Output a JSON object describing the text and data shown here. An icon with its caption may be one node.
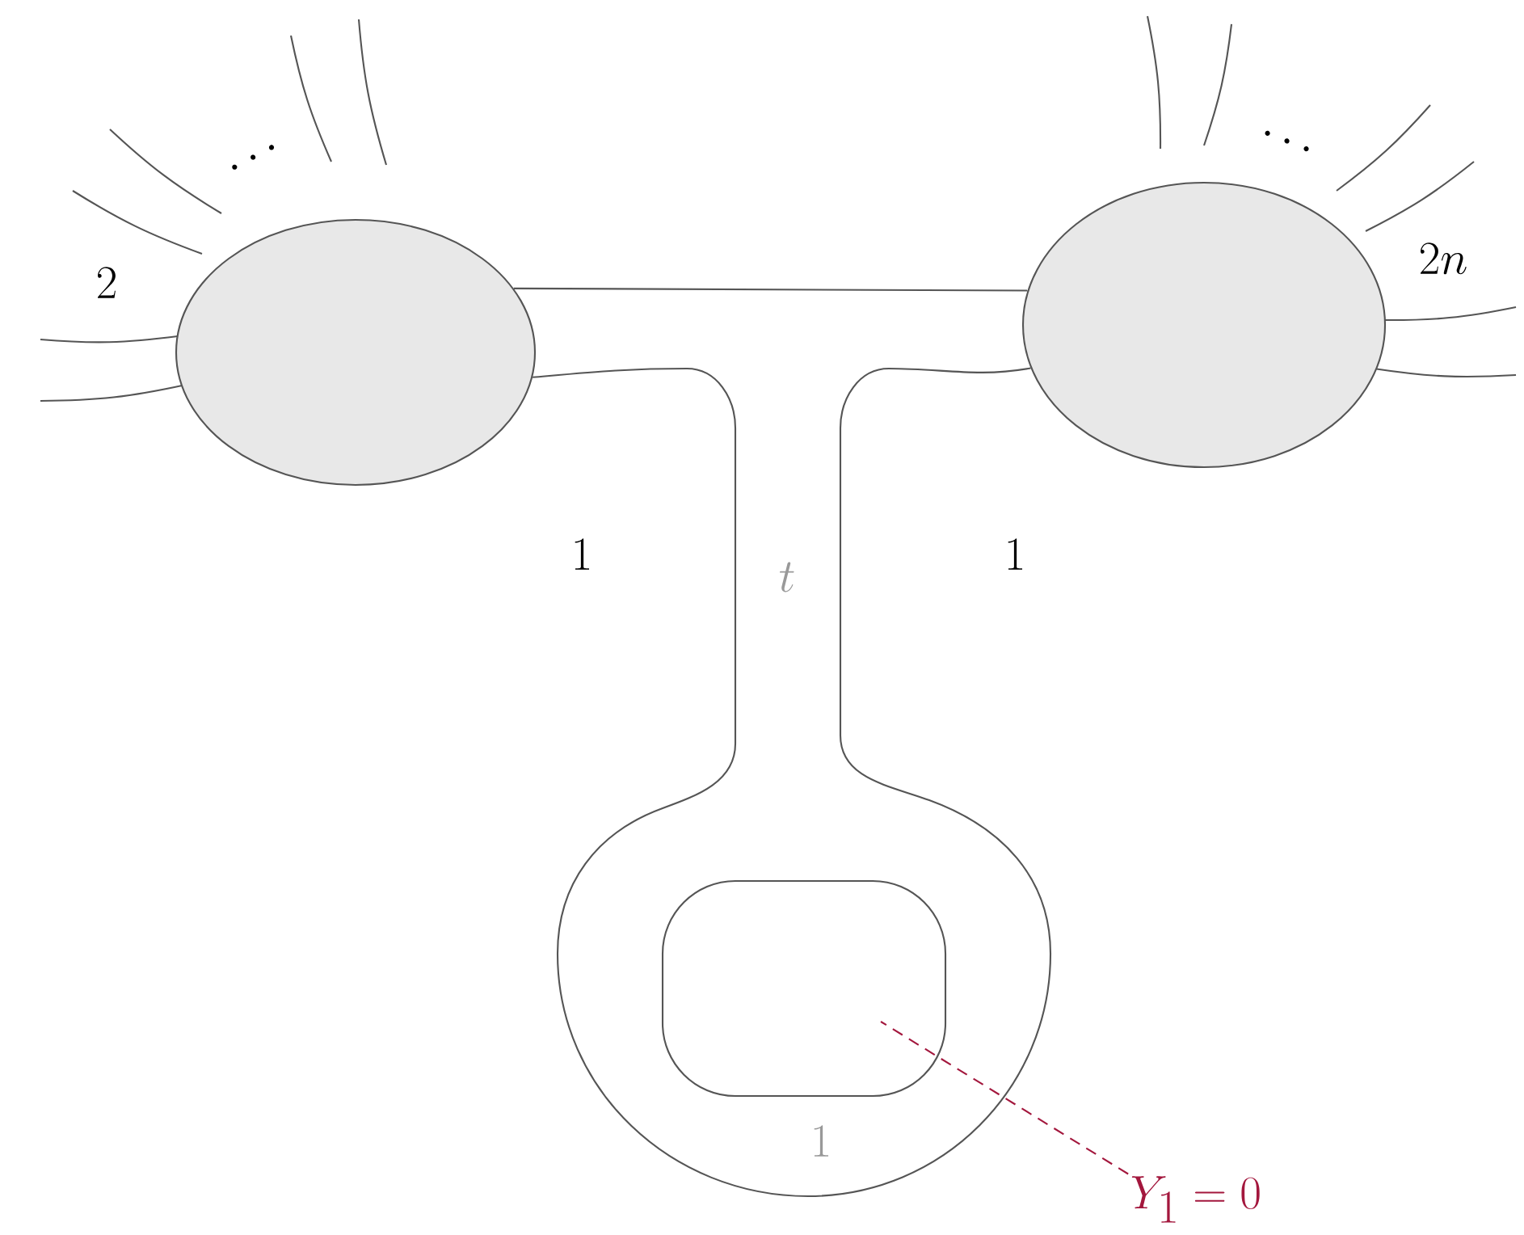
{
  "diagram": {
    "nodes": [
      {
        "text": [],
        "shape": "circle"
      },
      {
        "text": [],
        "shape": "circle"
      },
      {
        "text": [
          "Y_1 = 0"
        ]
      }
    ],
    "edges": [
      {
        "from": 0,
        "to": 1,
        "arrow": "none"
      },
      {
        "from": 2,
        "to": null,
        "arrow": "none",
        "style": "dashed",
        "color": "#a3173d"
      },
      {
        "from": 0,
        "to": 1,
        "arrow": "none"
      }
    ],
    "labels": [
      "\\cdots",
      "\\cdots",
      "2",
      "2n",
      "1",
      "t",
      "1",
      "1"
    ]
  }
}
